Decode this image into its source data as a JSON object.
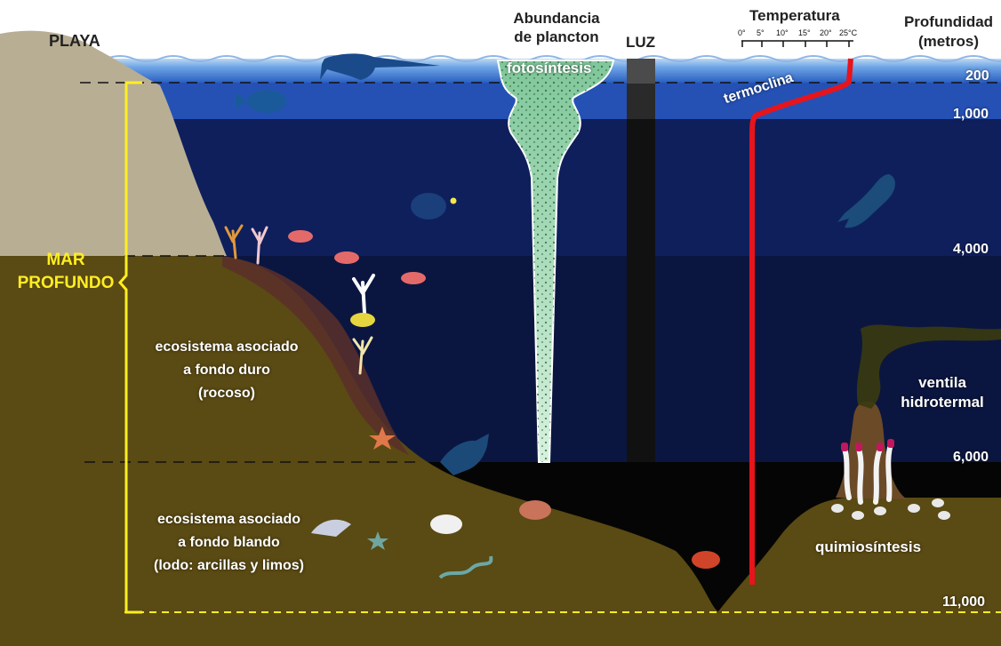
{
  "header": {
    "beach": "PLAYA",
    "plankton_line1": "Abundancia",
    "plankton_line2": "de plancton",
    "light": "LUZ",
    "temperature": "Temperatura",
    "depth_line1": "Profundidad",
    "depth_line2": "(metros)"
  },
  "temperature_scale": [
    "0°",
    "5°",
    "10°",
    "15°",
    "20°",
    "25°C"
  ],
  "depth_marks": [
    "200",
    "1,000",
    "4,000",
    "6,000",
    "11,000"
  ],
  "labels": {
    "photosynthesis": "fotosíntesis",
    "thermocline": "termoclina",
    "deep_sea_line1": "MAR",
    "deep_sea_line2": "PROFUNDO",
    "hard_bottom_line1": "ecosistema asociado",
    "hard_bottom_line2": "a fondo duro",
    "hard_bottom_line3": "(rocoso)",
    "soft_bottom_line1": "ecosistema asociado",
    "soft_bottom_line2": "a fondo blando",
    "soft_bottom_line3": "(lodo: arcillas y limos)",
    "vent_line1": "ventila",
    "vent_line2": "hidrotermal",
    "chemosynthesis": "quimiosíntesis"
  },
  "colors": {
    "surface_water": "#3f7fd9",
    "mid_water": "#0f1f5c",
    "deep_water": "#0b1640",
    "abyss": "#050505",
    "seafloor": "#5a4a13",
    "beach_rock": "#b8ae94",
    "thermo_line": "#e8141b",
    "bracket": "#ffee22",
    "plankton": "#7fc79a"
  }
}
